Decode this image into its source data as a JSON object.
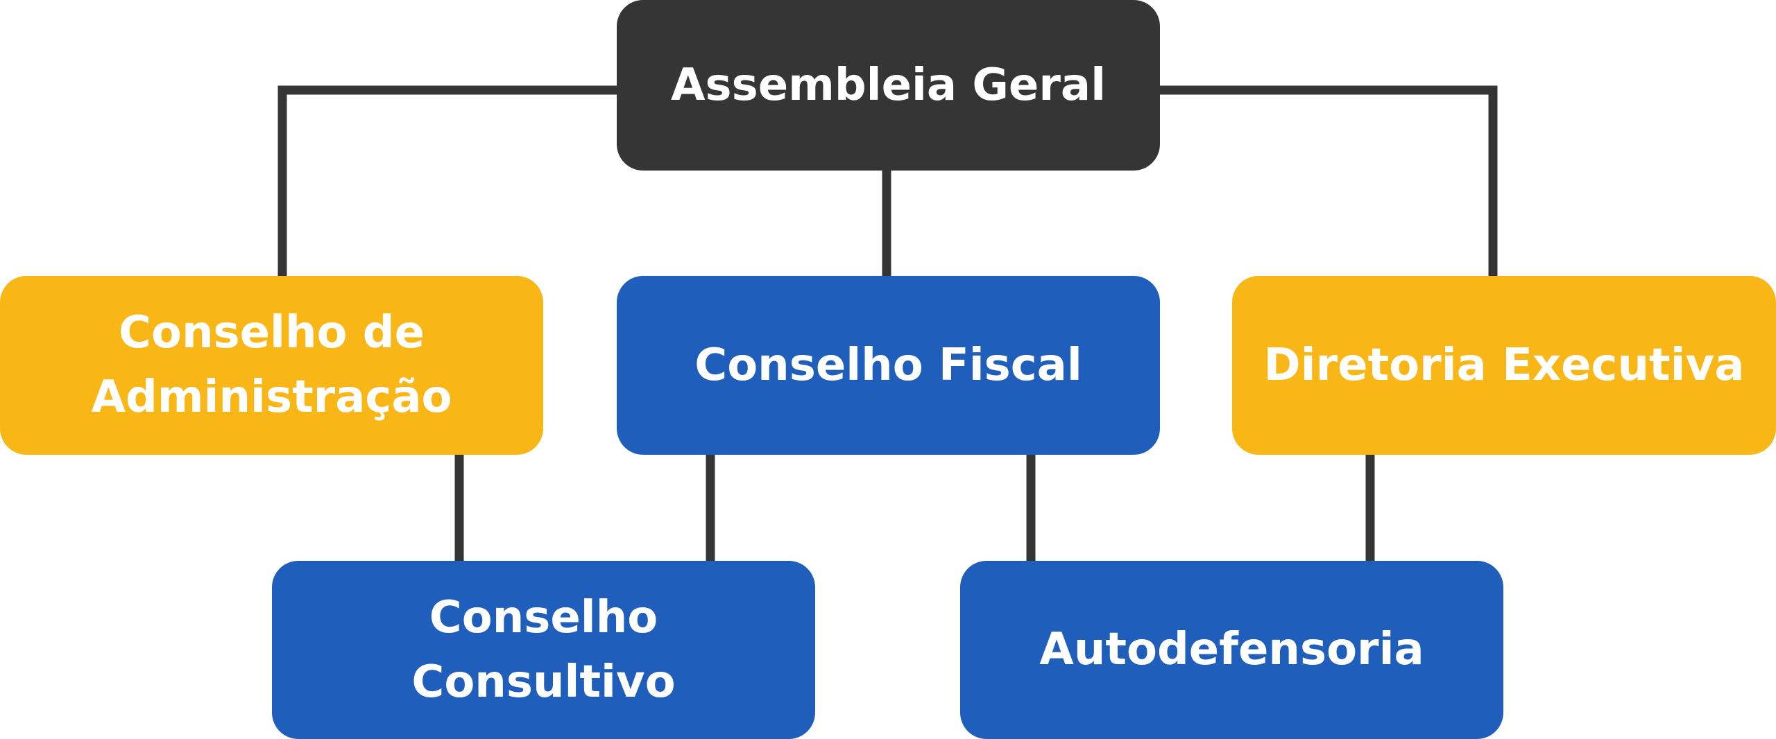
{
  "diagram": {
    "colors": {
      "root": "#353535",
      "governance": "#f9b717",
      "council": "#1f5fbb",
      "connector": "#353535",
      "text": "#ffffff"
    },
    "nodes": {
      "assembleia": {
        "label": "Assembleia Geral"
      },
      "admin": {
        "line1": "Conselho de",
        "line2": "Administração"
      },
      "fiscal": {
        "label": "Conselho Fiscal"
      },
      "diretoria": {
        "label": "Diretoria Executiva"
      },
      "consultivo": {
        "line1": "Conselho",
        "line2": "Consultivo"
      },
      "autodefensoria": {
        "label": "Autodefensoria"
      }
    },
    "edges": [
      {
        "from": "Assembleia Geral",
        "to": "Conselho de Administração"
      },
      {
        "from": "Assembleia Geral",
        "to": "Conselho Fiscal"
      },
      {
        "from": "Assembleia Geral",
        "to": "Diretoria Executiva"
      },
      {
        "from": "Conselho de Administração",
        "to": "Conselho Consultivo"
      },
      {
        "from": "Conselho Fiscal",
        "to": "Conselho Consultivo"
      },
      {
        "from": "Conselho Fiscal",
        "to": "Autodefensoria"
      },
      {
        "from": "Diretoria Executiva",
        "to": "Autodefensoria"
      }
    ]
  }
}
